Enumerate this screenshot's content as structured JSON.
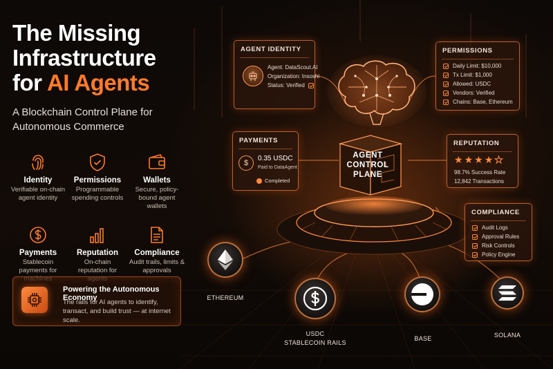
{
  "hero": {
    "title_line1": "The Missing",
    "title_line2": "Infrastructure",
    "title_line3_prefix": "for ",
    "title_line3_accent": "AI Agents",
    "subtitle": "A Blockchain Control Plane for Autonomous Commerce"
  },
  "features": [
    {
      "icon": "fingerprint-icon",
      "name": "Identity",
      "desc": "Verifiable on-chain agent identity"
    },
    {
      "icon": "shield-check-icon",
      "name": "Permissions",
      "desc": "Programmable spending controls"
    },
    {
      "icon": "wallet-icon",
      "name": "Wallets",
      "desc": "Secure, policy-bound agent wallets"
    },
    {
      "icon": "dollar-coin-icon",
      "name": "Payments",
      "desc": "Stablecoin payments for machines"
    },
    {
      "icon": "bar-chart-icon",
      "name": "Reputation",
      "desc": "On-chain reputation for agents"
    },
    {
      "icon": "document-icon",
      "name": "Compliance",
      "desc": "Audit trails, limits & approvals"
    }
  ],
  "promo": {
    "icon": "chip-icon",
    "title": "Powering the Autonomous Economy",
    "text": "The rails for AI agents to identify, transact, and build trust — at internet scale."
  },
  "panels": {
    "identity": {
      "title": "AGENT IDENTITY",
      "rows": [
        "Agent: DataScout.AI",
        "Organization: Insoshi",
        "Status: Verified"
      ]
    },
    "permissions": {
      "title": "PERMISSIONS",
      "rows": [
        "Daily Limit: $10,000",
        "Tx Limit: $1,000",
        "Allowed: USDC",
        "Vendors: Verified",
        "Chains: Base, Ethereum"
      ]
    },
    "payments": {
      "title": "PAYMENTS",
      "amount": "0.35 USDC",
      "recipient": "Paid to DataAgent",
      "status": "Completed"
    },
    "reputation": {
      "title": "REPUTATION",
      "stars": 4,
      "max_stars": 5,
      "rows": [
        "98.7% Success Rate",
        "12,842 Transactions"
      ]
    },
    "compliance": {
      "title": "COMPLIANCE",
      "rows": [
        "Audit Logs",
        "Approval Rules",
        "Risk Controls",
        "Policy Engine"
      ]
    }
  },
  "center": {
    "cube_label_1": "AGENT",
    "cube_label_2": "CONTROL",
    "cube_label_3": "PLANE"
  },
  "chains": {
    "ethereum": {
      "icon": "ethereum-icon",
      "label": "ETHEREUM"
    },
    "usdc": {
      "icon": "usdc-icon",
      "label_1": "USDC",
      "label_2": "STABLECOIN RAILS"
    },
    "base": {
      "icon": "base-icon",
      "label": "BASE"
    },
    "solana": {
      "icon": "solana-icon",
      "label": "SOLANA"
    }
  },
  "colors": {
    "accent": "#ff7a2a",
    "background": "#0b0806"
  }
}
